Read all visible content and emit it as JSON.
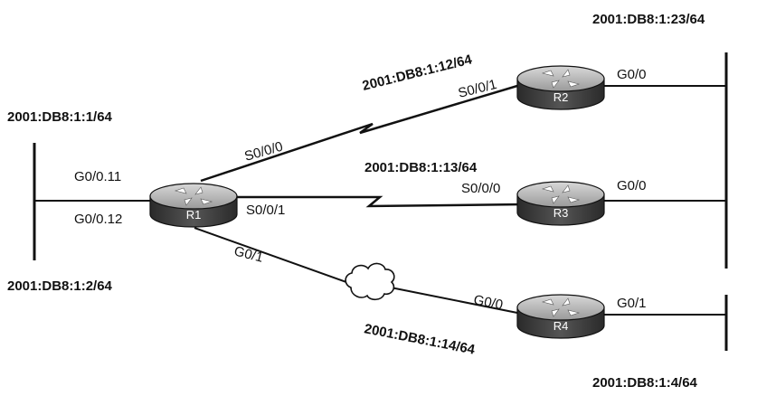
{
  "routers": {
    "r1": {
      "name": "R1"
    },
    "r2": {
      "name": "R2"
    },
    "r3": {
      "name": "R3"
    },
    "r4": {
      "name": "R4"
    }
  },
  "interfaces": {
    "r1_g0_0_11": "G0/0.11",
    "r1_g0_0_12": "G0/0.12",
    "r1_s0_0_0": "S0/0/0",
    "r1_s0_0_1": "S0/0/1",
    "r1_g0_1": "G0/1",
    "r2_s0_0_1": "S0/0/1",
    "r2_g0_0": "G0/0",
    "r3_s0_0_0": "S0/0/0",
    "r3_g0_0": "G0/0",
    "r4_g0_0": "G0/0",
    "r4_g0_1": "G0/1"
  },
  "addresses": {
    "lan_r1_vlan11": "2001:DB8:1:1/64",
    "lan_r1_vlan12": "2001:DB8:1:2/64",
    "link_r1_r2": "2001:DB8:1:12/64",
    "link_r1_r3": "2001:DB8:1:13/64",
    "link_r1_r4": "2001:DB8:1:14/64",
    "lan_r2_r3": "2001:DB8:1:23/64",
    "lan_r4": "2001:DB8:1:4/64"
  },
  "colors": {
    "line": "#111111",
    "router_top": "#b9b9b9",
    "router_body": "#3a3a3a"
  }
}
